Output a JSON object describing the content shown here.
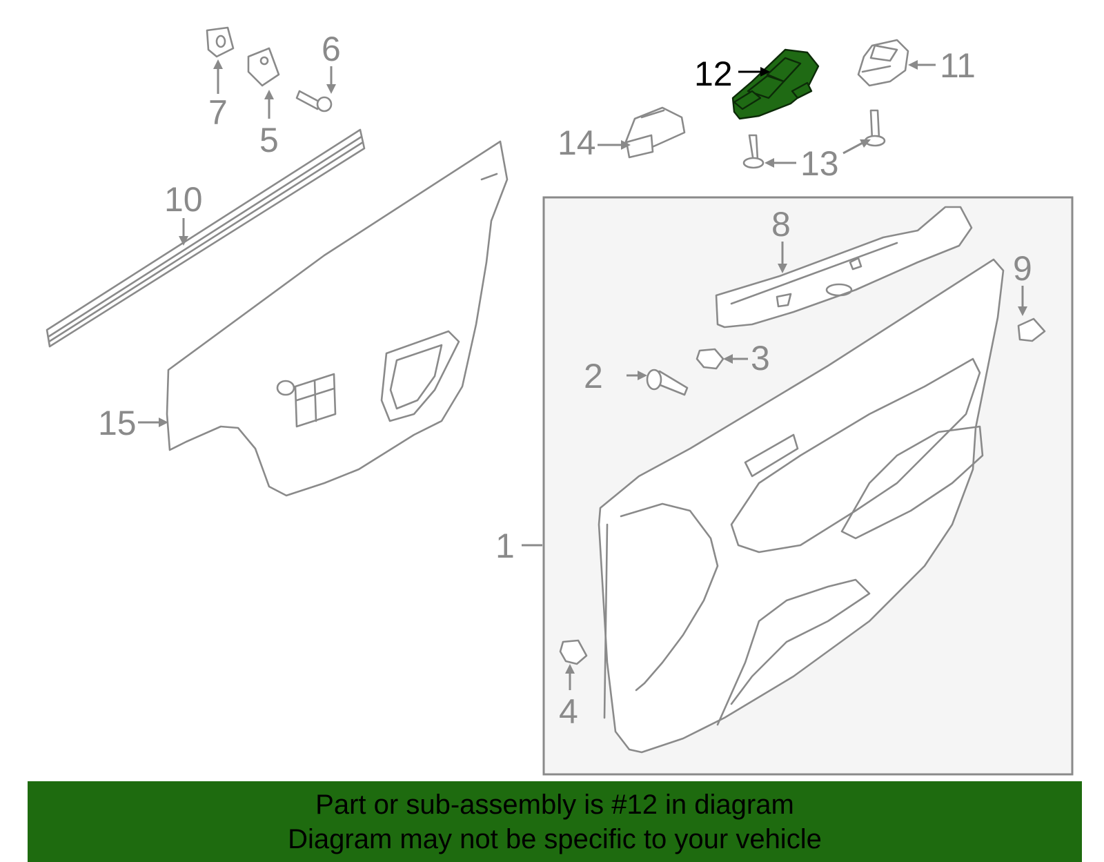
{
  "callouts": {
    "c1": "1",
    "c2": "2",
    "c3": "3",
    "c4": "4",
    "c5": "5",
    "c6": "6",
    "c7": "7",
    "c8": "8",
    "c9": "9",
    "c10": "10",
    "c11": "11",
    "c12": "12",
    "c13": "13",
    "c14": "14",
    "c15": "15"
  },
  "highlighted_part": "12",
  "colors": {
    "highlight": "#1f6a14",
    "banner": "#1e6b0f",
    "line": "#8a8a8a"
  },
  "banner": {
    "line1": "Part or sub-assembly is #12 in diagram",
    "line2": "Diagram may not be specific to your vehicle"
  }
}
